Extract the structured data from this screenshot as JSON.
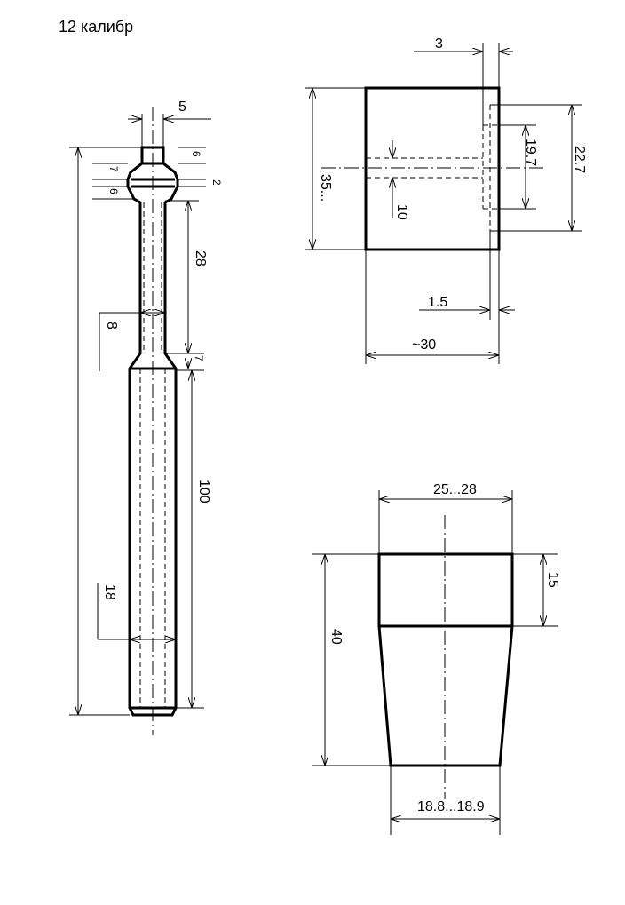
{
  "title": "12 калибр",
  "dimensions": {
    "rod": {
      "tip_width": "5",
      "collar_top": "6",
      "collar_bevel": "7",
      "collar_band": "2",
      "collar_bottom": "6",
      "neck_length": "28",
      "neck_diameter": "8",
      "shoulder": "7",
      "body_length": "100",
      "body_diameter": "18"
    },
    "block": {
      "offset_top": "3",
      "height": "35...",
      "hole_depth": "19.7",
      "total_depth": "22.7",
      "hole_diameter": "10",
      "wall": "1.5",
      "width": "~30"
    },
    "cone": {
      "top_diameter": "25...28",
      "collar_height": "15",
      "total_height": "40",
      "bottom_diameter": "18.8...18.9"
    }
  }
}
